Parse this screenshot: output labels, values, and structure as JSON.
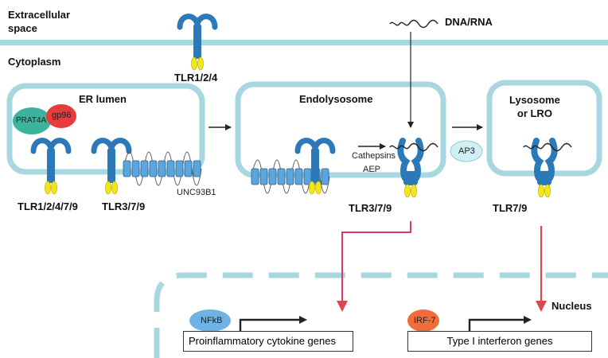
{
  "regions": {
    "extracellular": "Extracellular\nspace",
    "cytoplasm": "Cytoplasm",
    "nucleus": "Nucleus"
  },
  "compartments": {
    "er": "ER lumen",
    "endolysosome": "Endolysosome",
    "lysosome": "Lysosome\nor LRO"
  },
  "receptors": {
    "surface": "TLR1/2/4",
    "er_left": "TLR1/2/4/7/9",
    "er_right": "TLR3/7/9",
    "endo": "TLR3/7/9",
    "lyso": "TLR7/9"
  },
  "proteins": {
    "prat4a": "PRAT4A",
    "gp96": "gp96",
    "unc93b1": "UNC93B1",
    "cathepsins": "Cathepsins",
    "aep": "AEP",
    "ap3": "AP3",
    "nfkb": "NFkB",
    "irf7": "IRF-7"
  },
  "ligand": "DNA/RNA",
  "genes": {
    "proinflammatory": "Proinflammatory cytokine genes",
    "interferon": "Type I interferon genes"
  },
  "colors": {
    "membrane": "#a8d8df",
    "receptor": "#2b79b8",
    "receptor_tip": "#f2e51a",
    "prat4a": "#3cb39c",
    "gp96": "#e83c3c",
    "ap3": "#cfeff3",
    "nfkb": "#6fb2e6",
    "irf7": "#f06c3a",
    "arrow_nfkb": "#d63a6a",
    "arrow_irf": "#d84a4a"
  }
}
